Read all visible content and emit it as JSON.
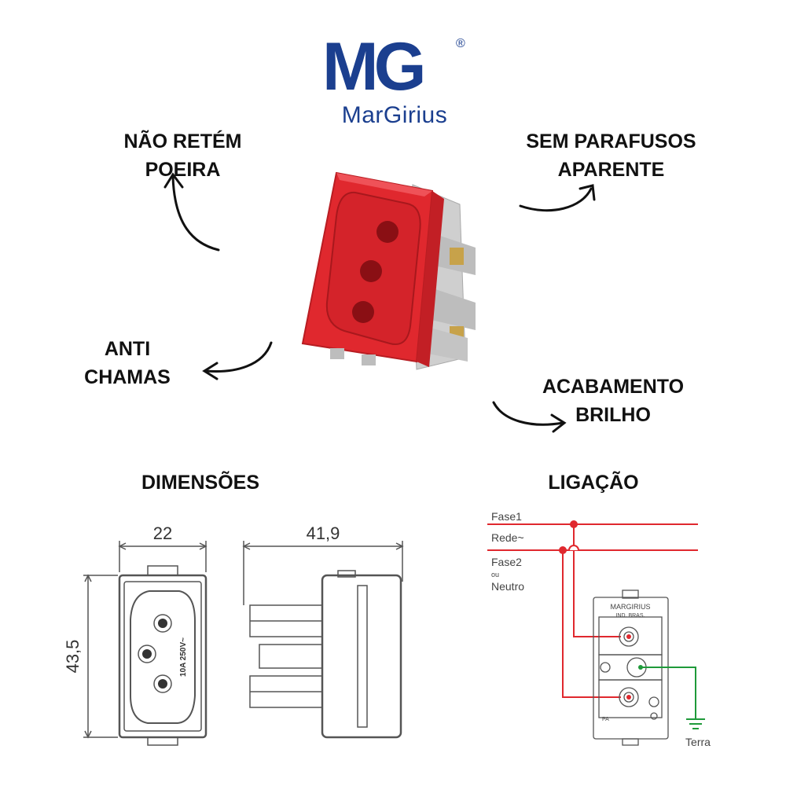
{
  "brand": {
    "logo_initials": "MG",
    "registered_mark": "®",
    "name": "MarGirius",
    "color": "#1b3f8f"
  },
  "features": {
    "top_left": [
      "NÃO RETÉM",
      "POEIRA"
    ],
    "top_right": [
      "SEM PARAFUSOS",
      "APARENTE"
    ],
    "middle_left": [
      "ANTI",
      "CHAMAS"
    ],
    "middle_right": [
      "ACABAMENTO",
      "BRILHO"
    ]
  },
  "product": {
    "color": "#e0282e",
    "body_color": "#c9c9c9"
  },
  "dimensions": {
    "title": "DIMENSÕES",
    "width": "22",
    "depth": "41,9",
    "height": "43,5",
    "rating_text": "10A 250V~"
  },
  "wiring": {
    "title": "LIGAÇÃO",
    "phase1": "Fase1",
    "network": "Rede~",
    "phase2": "Fase2",
    "or": "ou",
    "neutral": "Neutro",
    "ground": "Terra",
    "device_brand": "MARGIRIUS",
    "device_sub": "IND. BRAS.",
    "mark": "PA",
    "wire_color": "#e0282e",
    "ground_color": "#1f9a3a"
  }
}
